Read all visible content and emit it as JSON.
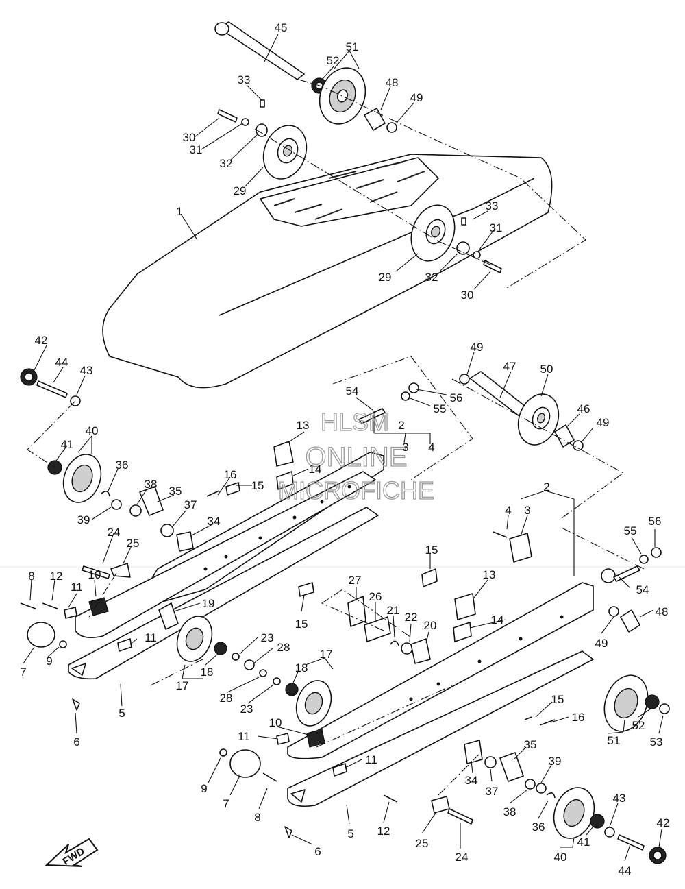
{
  "watermark": {
    "line1": "HLSM",
    "line2": "ONLINE",
    "line3": "MICROFICHE"
  },
  "fwd_label": "FWD",
  "callouts": [
    {
      "id": "c45",
      "text": "45"
    },
    {
      "id": "c51a",
      "text": "51"
    },
    {
      "id": "c52a",
      "text": "52"
    },
    {
      "id": "c33a",
      "text": "33"
    },
    {
      "id": "c48a",
      "text": "48"
    },
    {
      "id": "c49a",
      "text": "49"
    },
    {
      "id": "c30a",
      "text": "30"
    },
    {
      "id": "c31a",
      "text": "31"
    },
    {
      "id": "c32a",
      "text": "32"
    },
    {
      "id": "c29a",
      "text": "29"
    },
    {
      "id": "c1",
      "text": "1"
    },
    {
      "id": "c33b",
      "text": "33"
    },
    {
      "id": "c31b",
      "text": "31"
    },
    {
      "id": "c29b",
      "text": "29"
    },
    {
      "id": "c32b",
      "text": "32"
    },
    {
      "id": "c30b",
      "text": "30"
    },
    {
      "id": "c42a",
      "text": "42"
    },
    {
      "id": "c44a",
      "text": "44"
    },
    {
      "id": "c43a",
      "text": "43"
    },
    {
      "id": "c49b",
      "text": "49"
    },
    {
      "id": "c47",
      "text": "47"
    },
    {
      "id": "c50",
      "text": "50"
    },
    {
      "id": "c54a",
      "text": "54"
    },
    {
      "id": "c56a",
      "text": "56"
    },
    {
      "id": "c55a",
      "text": "55"
    },
    {
      "id": "c46",
      "text": "46"
    },
    {
      "id": "c49c",
      "text": "49"
    },
    {
      "id": "c40a",
      "text": "40"
    },
    {
      "id": "c41a",
      "text": "41"
    },
    {
      "id": "c13a",
      "text": "13"
    },
    {
      "id": "c2a",
      "text": "2"
    },
    {
      "id": "c3a",
      "text": "3"
    },
    {
      "id": "c4a",
      "text": "4"
    },
    {
      "id": "c36a",
      "text": "36"
    },
    {
      "id": "c14a",
      "text": "14"
    },
    {
      "id": "c16a",
      "text": "16"
    },
    {
      "id": "c15a",
      "text": "15"
    },
    {
      "id": "c38a",
      "text": "38"
    },
    {
      "id": "c35a",
      "text": "35"
    },
    {
      "id": "c39a",
      "text": "39"
    },
    {
      "id": "c37a",
      "text": "37"
    },
    {
      "id": "c34a",
      "text": "34"
    },
    {
      "id": "c24a",
      "text": "24"
    },
    {
      "id": "c25a",
      "text": "25"
    },
    {
      "id": "c2b",
      "text": "2"
    },
    {
      "id": "c4b",
      "text": "4"
    },
    {
      "id": "c3b",
      "text": "3"
    },
    {
      "id": "c55b",
      "text": "55"
    },
    {
      "id": "c56b",
      "text": "56"
    },
    {
      "id": "c8a",
      "text": "8"
    },
    {
      "id": "c12a",
      "text": "12"
    },
    {
      "id": "c10a",
      "text": "10"
    },
    {
      "id": "c11a",
      "text": "11"
    },
    {
      "id": "c19",
      "text": "19"
    },
    {
      "id": "c15b",
      "text": "15"
    },
    {
      "id": "c27",
      "text": "27"
    },
    {
      "id": "c26",
      "text": "26"
    },
    {
      "id": "c21",
      "text": "21"
    },
    {
      "id": "c22",
      "text": "22"
    },
    {
      "id": "c20",
      "text": "20"
    },
    {
      "id": "c13b",
      "text": "13"
    },
    {
      "id": "c54b",
      "text": "54"
    },
    {
      "id": "c15c",
      "text": "15"
    },
    {
      "id": "c14b",
      "text": "14"
    },
    {
      "id": "c48b",
      "text": "48"
    },
    {
      "id": "c49d",
      "text": "49"
    },
    {
      "id": "c7a",
      "text": "7"
    },
    {
      "id": "c9a",
      "text": "9"
    },
    {
      "id": "c11b",
      "text": "11"
    },
    {
      "id": "c23a",
      "text": "23"
    },
    {
      "id": "c28a",
      "text": "28"
    },
    {
      "id": "c17a",
      "text": "17"
    },
    {
      "id": "c18a",
      "text": "18"
    },
    {
      "id": "c17b",
      "text": "17"
    },
    {
      "id": "c18b",
      "text": "18"
    },
    {
      "id": "c28b",
      "text": "28"
    },
    {
      "id": "c23b",
      "text": "23"
    },
    {
      "id": "c5a",
      "text": "5"
    },
    {
      "id": "c6a",
      "text": "6"
    },
    {
      "id": "c15d",
      "text": "15"
    },
    {
      "id": "c16b",
      "text": "16"
    },
    {
      "id": "c51b",
      "text": "51"
    },
    {
      "id": "c52b",
      "text": "52"
    },
    {
      "id": "c53",
      "text": "53"
    },
    {
      "id": "c10b",
      "text": "10"
    },
    {
      "id": "c11c",
      "text": "11"
    },
    {
      "id": "c35b",
      "text": "35"
    },
    {
      "id": "c39b",
      "text": "39"
    },
    {
      "id": "c11d",
      "text": "11"
    },
    {
      "id": "c34b",
      "text": "34"
    },
    {
      "id": "c37b",
      "text": "37"
    },
    {
      "id": "c9b",
      "text": "9"
    },
    {
      "id": "c7b",
      "text": "7"
    },
    {
      "id": "c8b",
      "text": "8"
    },
    {
      "id": "c38b",
      "text": "38"
    },
    {
      "id": "c36b",
      "text": "36"
    },
    {
      "id": "c43b",
      "text": "43"
    },
    {
      "id": "c42b",
      "text": "42"
    },
    {
      "id": "c41b",
      "text": "41"
    },
    {
      "id": "c12b",
      "text": "12"
    },
    {
      "id": "c25b",
      "text": "25"
    },
    {
      "id": "c24b",
      "text": "24"
    },
    {
      "id": "c40b",
      "text": "40"
    },
    {
      "id": "c44b",
      "text": "44"
    },
    {
      "id": "c5b",
      "text": "5"
    },
    {
      "id": "c6b",
      "text": "6"
    }
  ]
}
